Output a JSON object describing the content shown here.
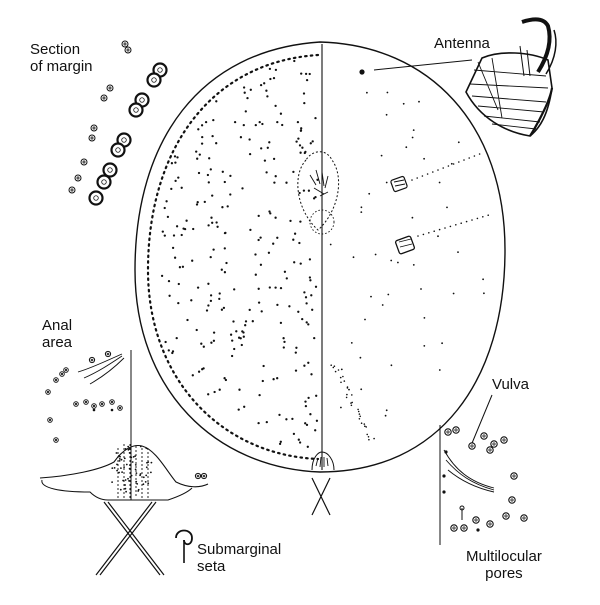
{
  "figure": {
    "labels": {
      "section_of_margin": [
        "Section",
        "of margin"
      ],
      "antenna": "Antenna",
      "anal_area": [
        "Anal",
        "area"
      ],
      "vulva": "Vulva",
      "submarginal_seta": [
        "Submarginal",
        "seta"
      ],
      "multilocular_pores": [
        "Multilocular",
        "pores"
      ]
    },
    "colors": {
      "ink": "#111111",
      "background": "#ffffff"
    }
  }
}
